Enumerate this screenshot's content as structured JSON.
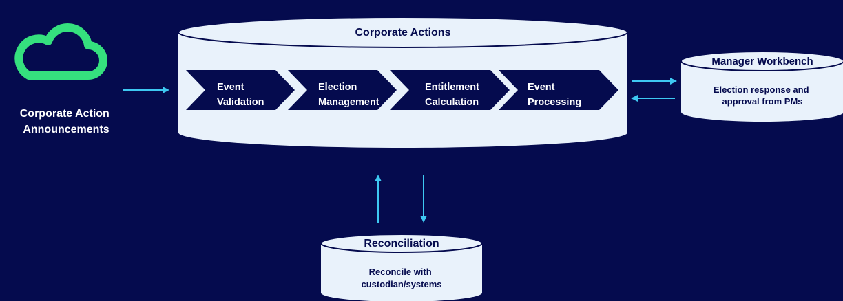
{
  "source": {
    "label_line1": "Corporate Action",
    "label_line2": "Announcements",
    "icon": "cloud-icon",
    "icon_color": "#35e07e"
  },
  "corporate_actions": {
    "title": "Corporate Actions",
    "steps": [
      {
        "line1": "Event",
        "line2": "Validation"
      },
      {
        "line1": "Election",
        "line2": "Management"
      },
      {
        "line1": "Entitlement",
        "line2": "Calculation"
      },
      {
        "line1": "Event",
        "line2": "Processing"
      }
    ]
  },
  "manager_workbench": {
    "title": "Manager Workbench",
    "desc_line1": "Election response and",
    "desc_line2": "approval from PMs"
  },
  "reconciliation": {
    "title": "Reconciliation",
    "desc_line1": "Reconcile with",
    "desc_line2": "custodian/systems"
  },
  "colors": {
    "background": "#050b4e",
    "cylinder_fill": "#e9f2fb",
    "step_fill": "#050b4e",
    "arrow": "#3ec8f2",
    "text_light": "#ffffff",
    "text_dark": "#050b4e"
  }
}
